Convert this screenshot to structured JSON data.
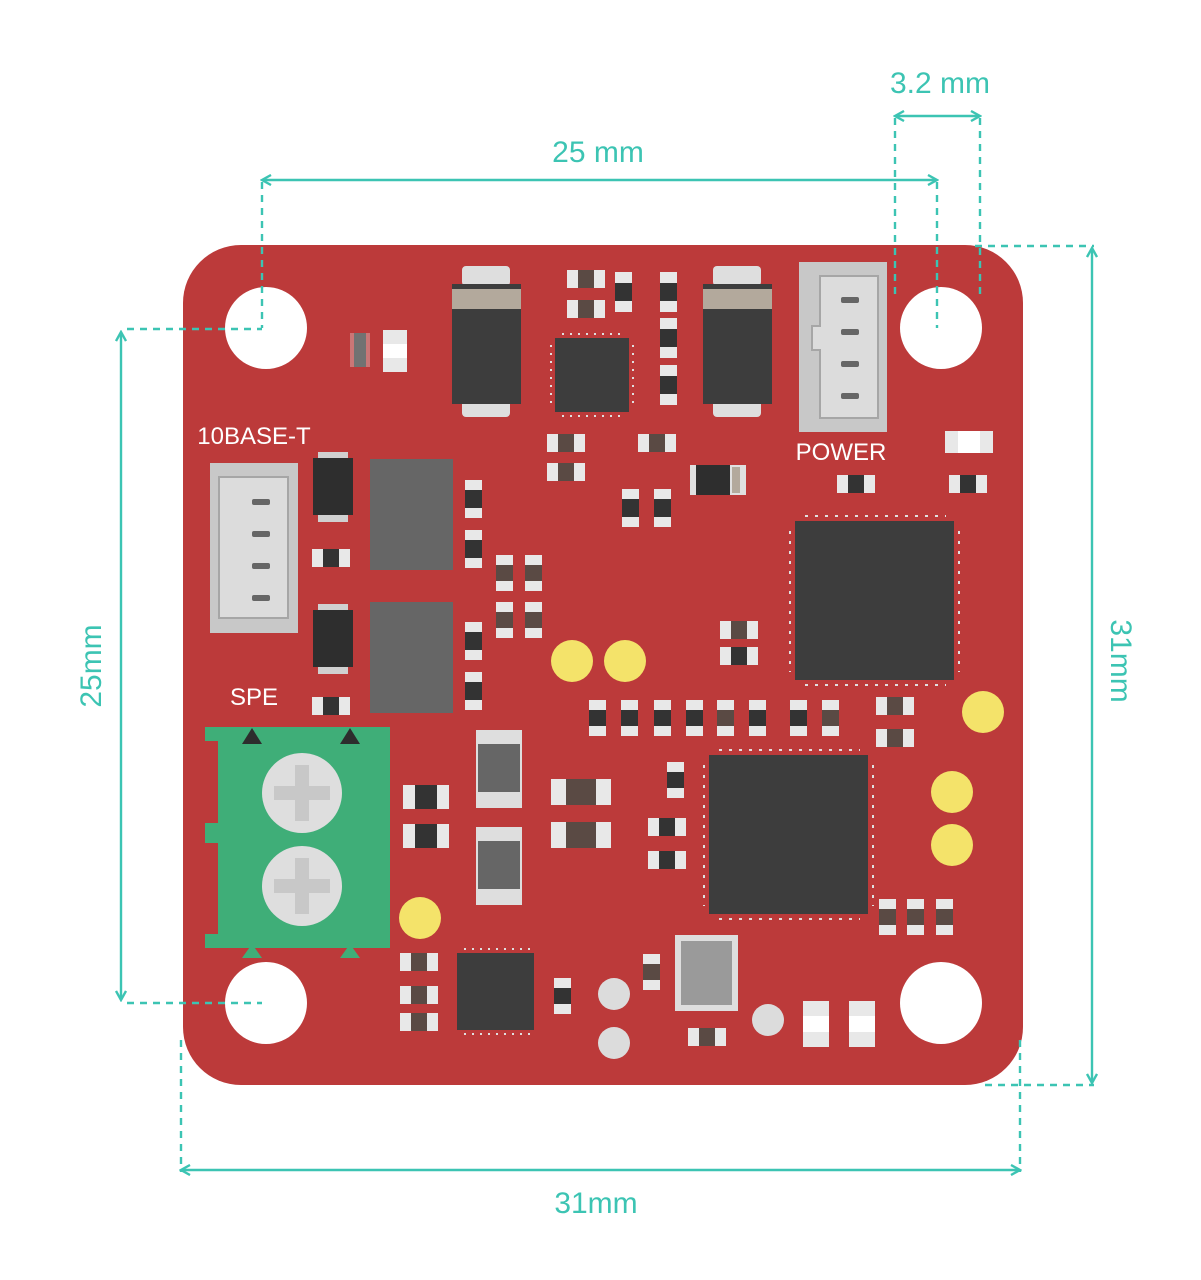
{
  "dimensions": {
    "hole_diameter": "3.2 mm",
    "hole_spacing_horizontal": "25 mm",
    "board_height": "31mm",
    "hole_spacing_vertical": "25mm",
    "board_width": "31mm"
  },
  "board": {
    "labels": {
      "ethernet_connector": "10BASE-T",
      "power_connector": "POWER",
      "spe_terminal": "SPE"
    }
  },
  "colors": {
    "dimension": "#3cc4b3",
    "pcb": "#bc3a3a",
    "terminal_block": "#3fae78",
    "chip": "#3d3d3d",
    "test_pad": "#f4e36a",
    "connector": "#c8c8c8"
  }
}
